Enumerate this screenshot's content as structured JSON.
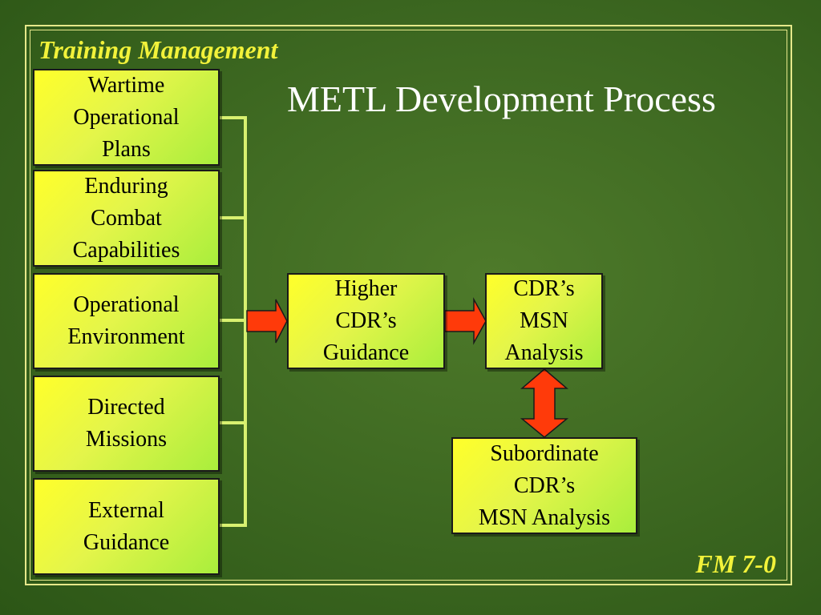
{
  "header": {
    "title": "Training Management"
  },
  "slide": {
    "title": "METL Development Process"
  },
  "footer": {
    "reference": "FM 7-0"
  },
  "inputs": [
    {
      "lines": [
        "Wartime",
        "Operational",
        "Plans"
      ]
    },
    {
      "lines": [
        "Enduring",
        "Combat",
        "Capabilities"
      ]
    },
    {
      "lines": [
        "Operational",
        "Environment"
      ]
    },
    {
      "lines": [
        "Directed",
        "Missions"
      ]
    },
    {
      "lines": [
        "External",
        "Guidance"
      ]
    }
  ],
  "flow": {
    "higher_guidance": {
      "lines": [
        "Higher",
        "CDR’s",
        "Guidance"
      ]
    },
    "msn_analysis": {
      "lines": [
        "CDR’s",
        "MSN",
        "Analysis"
      ]
    },
    "subordinate": {
      "lines": [
        "Subordinate",
        "CDR’s",
        "MSN Analysis"
      ]
    }
  },
  "colors": {
    "box_fill_start": "#ffff2a",
    "box_fill_end": "#a9ee3c",
    "connector": "#d8f070",
    "arrow": "#ff3a0a",
    "header_text": "#f2f23a",
    "title_text": "#ffffff"
  }
}
